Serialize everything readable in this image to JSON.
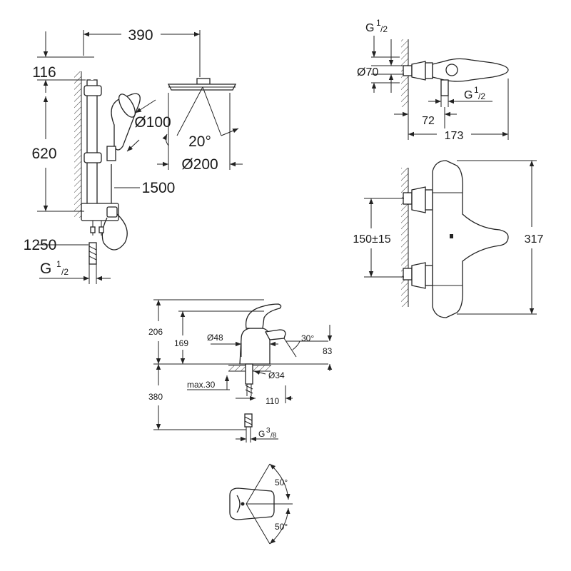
{
  "shower_system": {
    "dims": {
      "width_390": "390",
      "height_116": "116",
      "height_620": "620",
      "handshower_dia": "Ø100",
      "head_angle": "20°",
      "head_dia": "Ø200",
      "hose_1500": "1500",
      "height_1250": "1250",
      "thread_main": "G",
      "thread_sup": "1",
      "thread_sub": "/2"
    }
  },
  "thermostat_top": {
    "dims": {
      "thread_main": "G",
      "thread_sup": "1",
      "thread_sub": "/2",
      "rosette_dia": "Ø70",
      "outlet_thread_main": "G",
      "outlet_thread_sup": "1",
      "outlet_thread_sub": "/2",
      "depth_72": "72",
      "depth_173": "173"
    }
  },
  "thermostat_front": {
    "dims": {
      "centres": "150±15",
      "length_317": "317"
    }
  },
  "basin_mixer": {
    "dims": {
      "height_206": "206",
      "height_169": "169",
      "body_dia": "Ø48",
      "spout_angle": "30°",
      "spout_83": "83",
      "hole_dia": "Ø34",
      "deck_max": "max.30",
      "projection_110": "110",
      "hose_380": "380",
      "thread_main": "G",
      "thread_sup": "3",
      "thread_sub": "/8"
    }
  },
  "lever_top": {
    "dims": {
      "angle_upper": "50°",
      "angle_lower": "50°"
    }
  }
}
